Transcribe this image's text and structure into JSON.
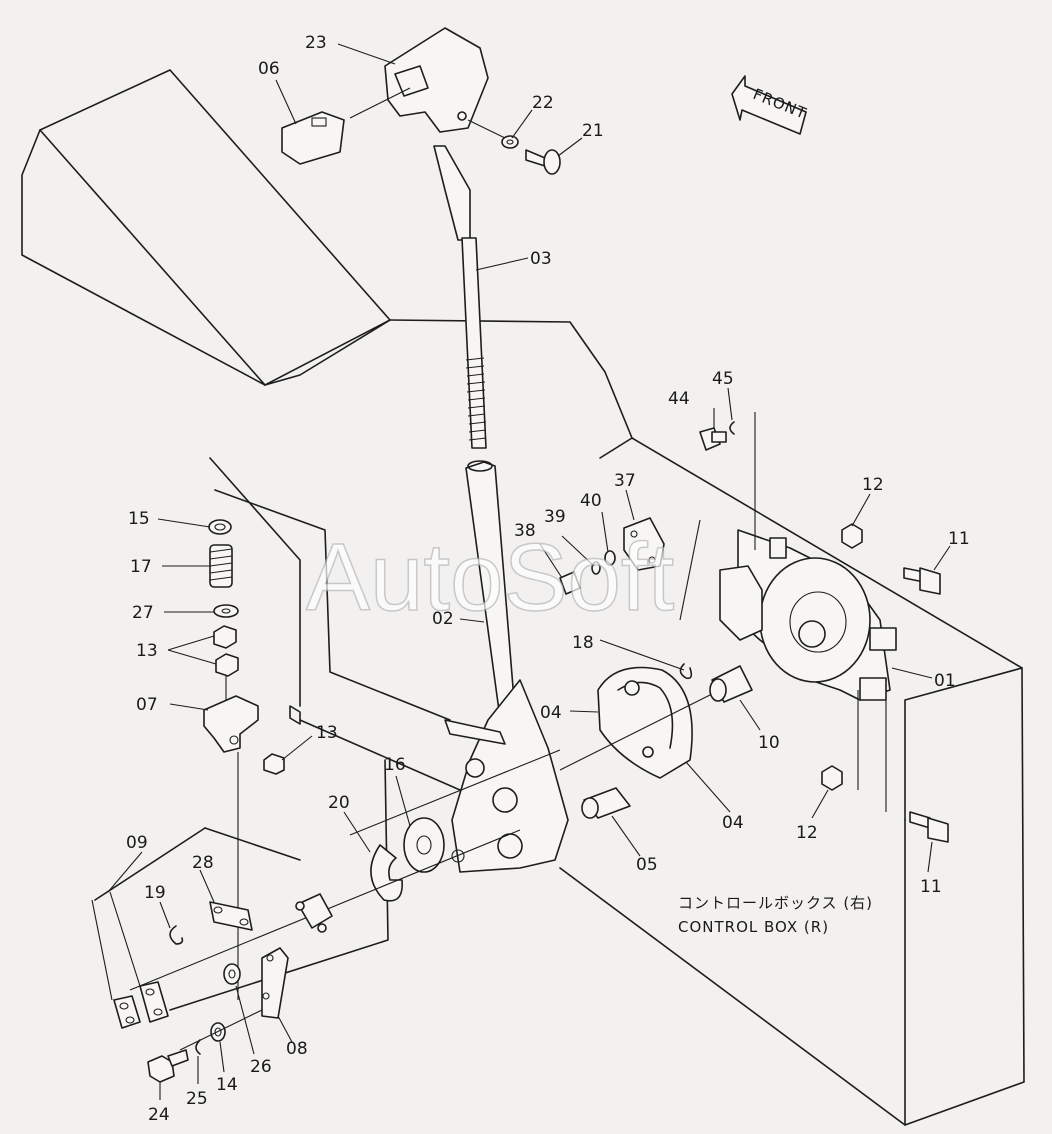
{
  "diagram": {
    "watermark": "AutoSoft",
    "front_label": "FRONT",
    "caption_jp": "コントロールボックス (右)",
    "caption_en": "CONTROL BOX (R)",
    "part_labels": {
      "p23": "23",
      "p06": "06",
      "p22": "22",
      "p21": "21",
      "p03": "03",
      "p44": "44",
      "p45": "45",
      "p37": "37",
      "p12a": "12",
      "p11a": "11",
      "p15": "15",
      "p39": "39",
      "p40": "40",
      "p38": "38",
      "p17": "17",
      "p27": "27",
      "p02": "02",
      "p18": "18",
      "p13a": "13",
      "p01": "01",
      "p07": "07",
      "p04a": "04",
      "p13b": "13",
      "p10": "10",
      "p16": "16",
      "p20": "20",
      "p12b": "12",
      "p04b": "04",
      "p09": "09",
      "p05": "05",
      "p28": "28",
      "p11b": "11",
      "p19": "19",
      "p08": "08",
      "p26": "26",
      "p14": "14",
      "p25": "25",
      "p24": "24"
    }
  }
}
